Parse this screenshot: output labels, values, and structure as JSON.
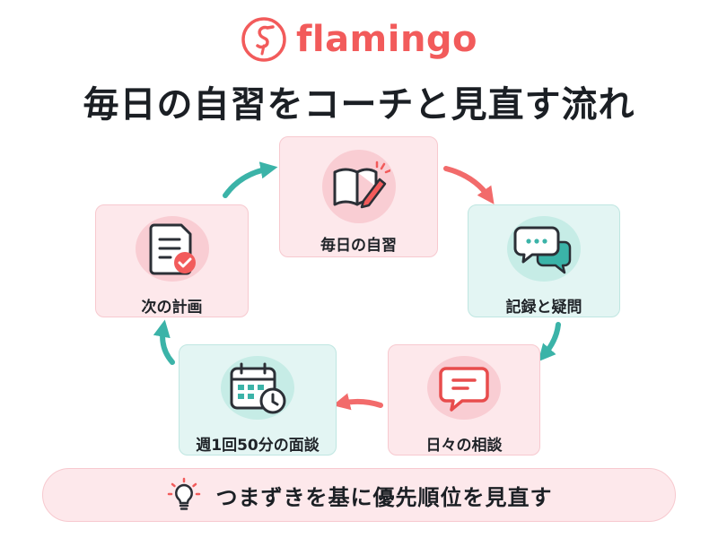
{
  "brand": {
    "name": "flamingo",
    "accent": "#f25b5b"
  },
  "title": "毎日の自習をコーチと見直す流れ",
  "cycle": [
    {
      "id": "study",
      "label": "毎日の自習",
      "icon": "open-book-pen-icon"
    },
    {
      "id": "record",
      "label": "記録と疑問",
      "icon": "chat-bubbles-icon"
    },
    {
      "id": "consult",
      "label": "日々の相談",
      "icon": "message-bubble-icon"
    },
    {
      "id": "weekly",
      "label": "週1回50分の面談",
      "icon": "calendar-clock-icon"
    },
    {
      "id": "plan",
      "label": "次の計画",
      "icon": "checklist-icon"
    }
  ],
  "banner": {
    "text": "つまずきを基に優先順位を見直す",
    "icon": "lightbulb-icon"
  },
  "colors": {
    "pink_card": "#fde8eb",
    "mint_card": "#e3f5f3",
    "coral_arrow": "#f26b6b",
    "teal_arrow": "#3bb3a8",
    "icon_stroke": "#2b2f36"
  }
}
